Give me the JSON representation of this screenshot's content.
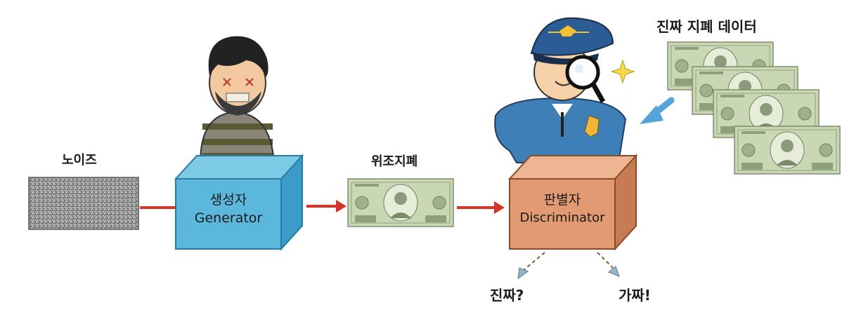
{
  "labels": {
    "noise": "노이즈",
    "generator_ko": "생성자",
    "generator_en": "Generator",
    "fake_bill": "위조지폐",
    "discriminator_ko": "판별자",
    "discriminator_en": "Discriminator",
    "real_data": "진짜 지폐 데이터",
    "real_answer": "진짜?",
    "fake_answer": "가짜!"
  },
  "colors": {
    "generator_box": "#5bb8dc",
    "discriminator_box": "#e29a72",
    "arrow": "#d2362a",
    "bill_green": "#b9c9a4",
    "noise": "#888888"
  },
  "icons": [
    "prisoner-icon",
    "police-officer-icon",
    "magnifier-icon",
    "dollar-bill-icon",
    "sparkle-icon"
  ]
}
